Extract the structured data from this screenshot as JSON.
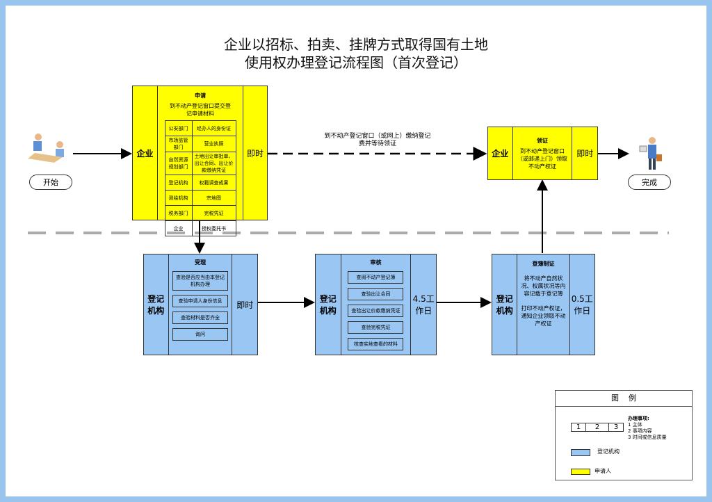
{
  "title": {
    "line1": "企业以招标、拍卖、挂牌方式取得国有土地",
    "line2": "使用权办理登记流程图（首次登记）"
  },
  "start": {
    "label": "开始",
    "icon": "person-at-desk-icon"
  },
  "finish": {
    "label": "完成",
    "icon": "person-with-briefcase-icon"
  },
  "apply": {
    "subject": "企业",
    "heading": "申请",
    "desc": "到不动产登记窗口提交登记申请材料",
    "time": "即时",
    "table": [
      [
        "公安部门",
        "经办人的身份证"
      ],
      [
        "市场监管部门",
        "营业执照"
      ],
      [
        "自然资源规划部门",
        "土地出让审批单、出让合同、出让价款缴纳凭证"
      ],
      [
        "登记机构",
        "权籍调查成果"
      ],
      [
        "测绘机构",
        "宗地图"
      ],
      [
        "税务部门",
        "完税凭证"
      ],
      [
        "企业",
        "授权委托书"
      ]
    ]
  },
  "wait_label": "到不动产登记窗口（或网上）缴纳登记费并等待领证",
  "pickup": {
    "subject": "企业",
    "heading": "领证",
    "desc": "到不动产登记窗口（或邮递上门）领取不动产权证",
    "time": "即时"
  },
  "accept": {
    "subject": "登记机构",
    "heading": "受理",
    "items": [
      "查验是否应当由本登记机构办理",
      "查验申请人身份信息",
      "查验材料是否齐全",
      "询问"
    ],
    "time": "即时"
  },
  "review": {
    "subject": "登记机构",
    "heading": "审核",
    "items": [
      "查阅不动产登记簿",
      "查验出让合同",
      "查验出让价款缴纳凭证",
      "查验完税凭证",
      "核查实地查看的材料"
    ],
    "time": "4.5工作日"
  },
  "record": {
    "subject": "登记机构",
    "heading": "登簿制证",
    "desc1": "将不动产自然状况、权属状况等内容记载于登记簿",
    "desc2": "打印不动产权证，通知企业领取不动产权证",
    "time": "0.5工作日"
  },
  "legend": {
    "title": "图    例",
    "cells": [
      "1",
      "2",
      "3"
    ],
    "notes_title": "办理事项:",
    "notes": [
      "1 主体",
      "2 事项内容",
      "3 时间或信息质量"
    ],
    "blue_label": "登记机构",
    "yellow_label": "申请人"
  },
  "colors": {
    "registry": "#99c6f2",
    "applicant": "#ffff00",
    "frame": "#99c4ee"
  }
}
